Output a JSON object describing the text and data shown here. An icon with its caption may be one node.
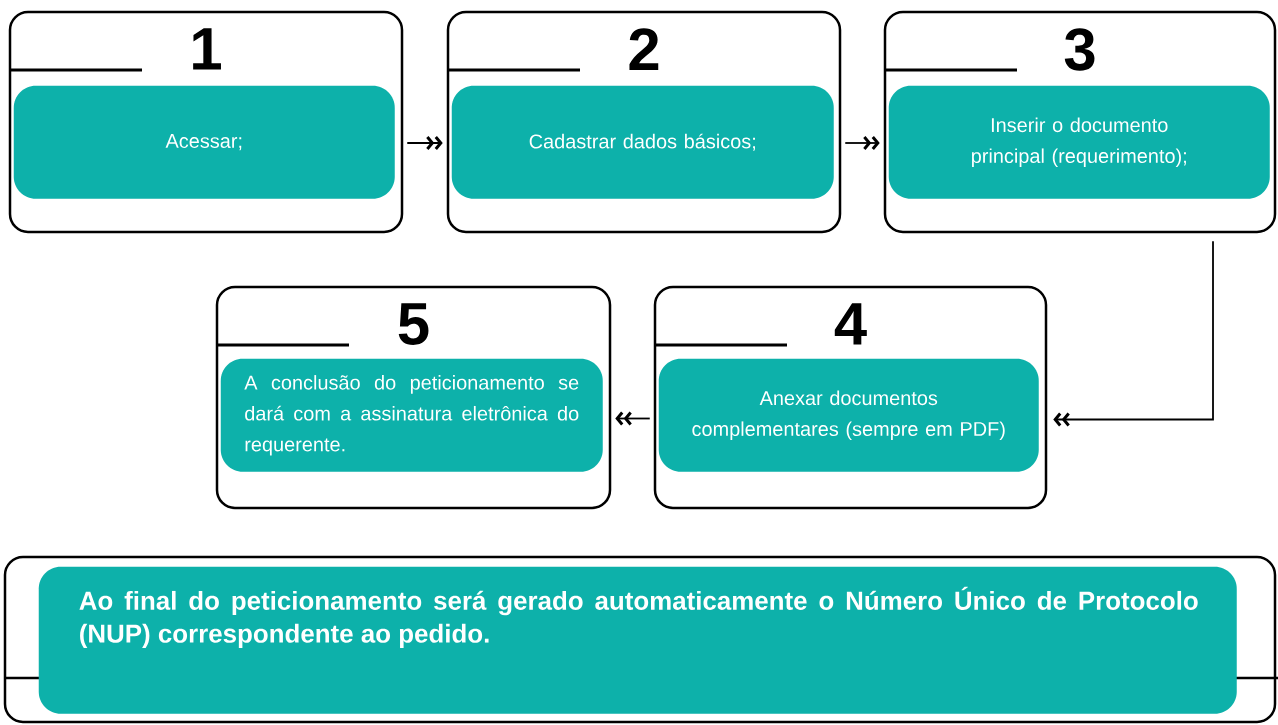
{
  "diagram": {
    "nodes": [
      {
        "text": [
          "1"
        ]
      },
      {
        "text": [
          "Acessar;"
        ],
        "in": 0
      },
      {
        "text": [
          "2"
        ]
      },
      {
        "text": [
          "Cadastrar dados básicos;"
        ],
        "in": 2
      },
      {
        "text": [
          "3"
        ]
      },
      {
        "text": [
          "Inserir o documento principal (requerimento);"
        ],
        "in": 4
      },
      {
        "text": [
          "4"
        ]
      },
      {
        "text": [
          "Anexar documentos complementares (sempre em PDF)"
        ],
        "in": 6
      },
      {
        "text": [
          "5"
        ]
      },
      {
        "text": [
          "A conclusão do peticionamento se dará com a assinatura eletrônica do requerente."
        ],
        "in": 8
      },
      {
        "text": [],
        "shape": "box"
      },
      {
        "text": [
          "Ao final do peticionamento será gerado automaticamente o **Número Único de Protocolo (NUP)** correspondente ao pedido."
        ],
        "in": 10
      }
    ],
    "edges": [
      {
        "from": 0,
        "to": 2,
        "arrow": "to"
      },
      {
        "from": 2,
        "to": 4,
        "arrow": "to"
      },
      {
        "from": 4,
        "to": 6,
        "arrow": "to"
      },
      {
        "from": 6,
        "to": 8,
        "arrow": "to"
      }
    ]
  }
}
